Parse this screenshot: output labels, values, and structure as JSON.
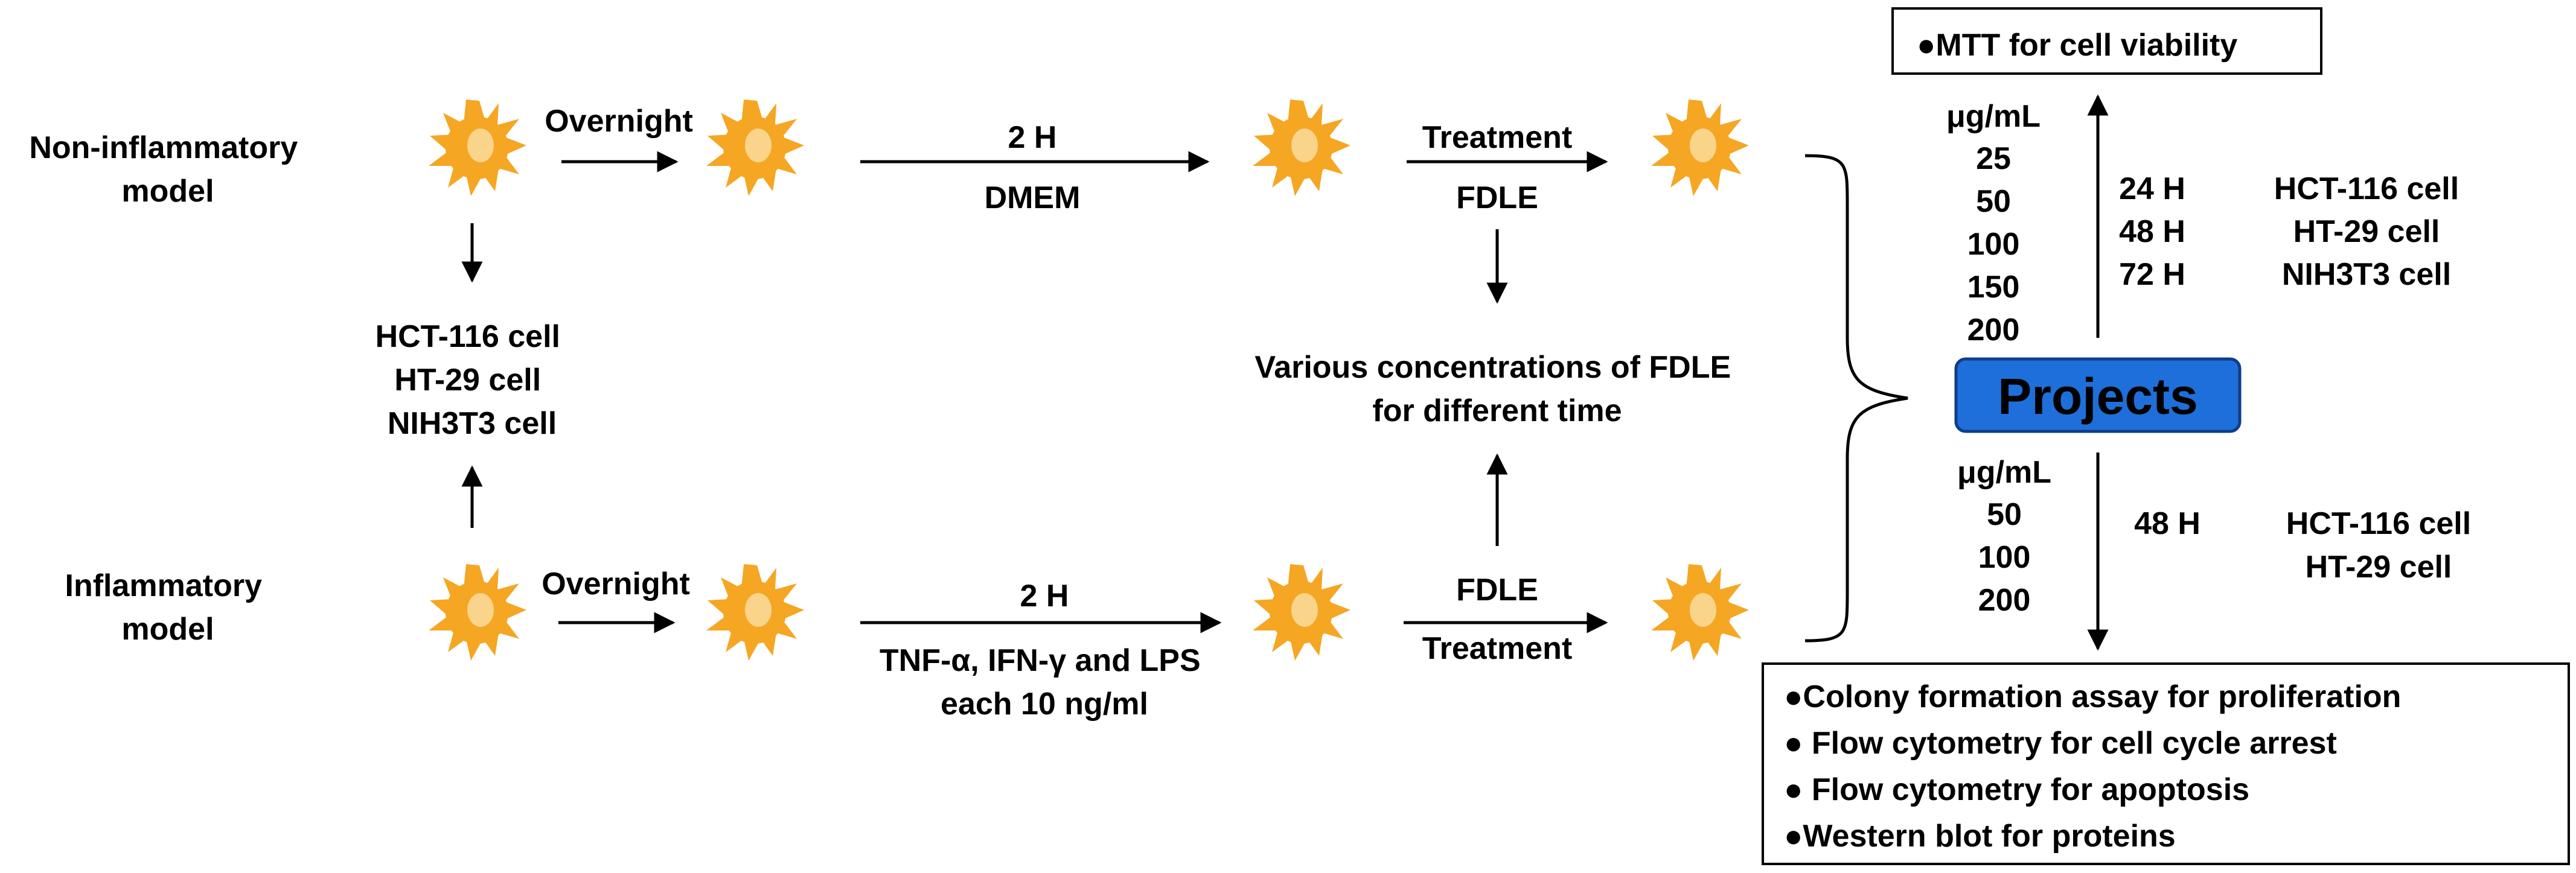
{
  "colors": {
    "cell_body": "#F5A623",
    "cell_nucleus": "#F9D48A",
    "projects_fill": "#1E6FD9",
    "projects_stroke": "#0D3E8C",
    "arrow": "#000000"
  },
  "models": {
    "non_inflammatory": "Non-inflammatory\nmodel",
    "inflammatory": "Inflammatory\nmodel"
  },
  "top_row": {
    "overnight": "Overnight",
    "time": "2 H",
    "medium": "DMEM",
    "treatment": "Treatment",
    "fdle": "FDLE"
  },
  "bottom_row": {
    "overnight": "Overnight",
    "time": "2 H",
    "stimulus": "TNF-α, IFN-γ and LPS\neach 10 ng/ml",
    "fdle": "FDLE",
    "treatment": "Treatment"
  },
  "cell_lines": "HCT-116 cell\nHT-29 cell\nNIH3T3 cell",
  "center_note": "Various concentrations of FDLE\nfor different time",
  "projects_label": "Projects",
  "upper_branch": {
    "unit": "μg/mL",
    "concentrations": [
      "25",
      "50",
      "100",
      "150",
      "200"
    ],
    "times": [
      "24 H",
      "48 H",
      "72 H"
    ],
    "cells": [
      "HCT-116 cell",
      "HT-29 cell",
      "NIH3T3 cell"
    ],
    "assay": "●MTT for cell viability"
  },
  "lower_branch": {
    "unit": "μg/mL",
    "concentrations": [
      "50",
      "100",
      "200"
    ],
    "time": "48 H",
    "cells": [
      "HCT-116 cell",
      "HT-29 cell"
    ],
    "assays": [
      "●Colony formation assay for proliferation",
      "● Flow cytometry for  cell cycle arrest",
      "● Flow cytometry for  apoptosis",
      "●Western blot for proteins"
    ]
  }
}
